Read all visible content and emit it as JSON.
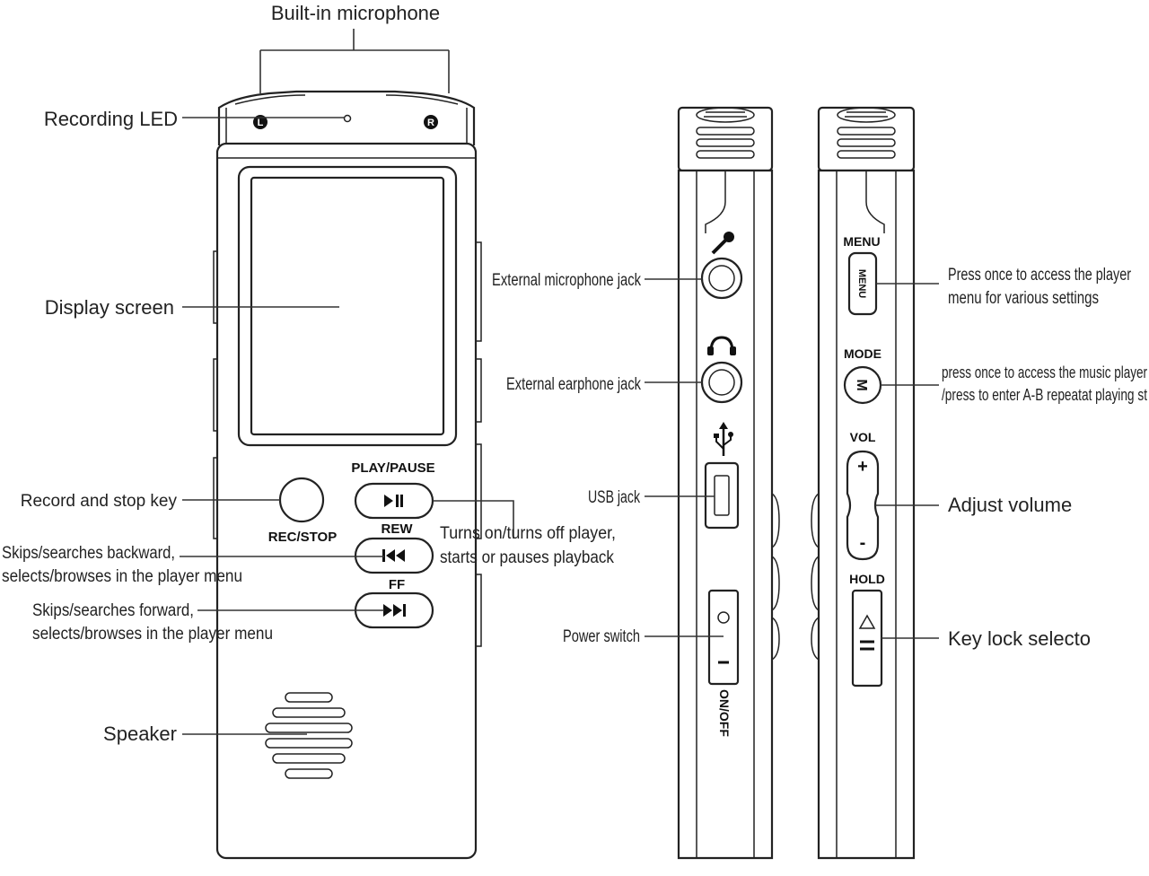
{
  "labels": {
    "builtin_microphone": "Built-in microphone",
    "recording_led": "Recording LED",
    "display_screen": "Display screen",
    "record_stop_key": "Record and stop key",
    "skips_backward_1": "Skips/searches backward,",
    "skips_backward_2": "selects/browses in the player menu",
    "skips_forward_1": "Skips/searches forward,",
    "skips_forward_2": "selects/browses in the player menu",
    "speaker": "Speaker",
    "play_desc_1": "Turns on/turns off player,",
    "play_desc_2": "starts or pauses playback",
    "ext_mic_jack": "External microphone jack",
    "ext_earphone_jack": "External earphone jack",
    "usb_jack": "USB jack",
    "power_switch": "Power switch",
    "menu_desc_1": "Press once to access the player",
    "menu_desc_2": "menu for various settings",
    "mode_desc_1": "press once to access the music player",
    "mode_desc_2": "/press to enter A-B repeatat playing st",
    "adjust_volume": "Adjust volume",
    "key_lock": "Key lock selecto"
  },
  "buttons": {
    "play_pause": "PLAY/PAUSE",
    "rec_stop": "REC/STOP",
    "rew": "REW",
    "ff": "FF",
    "menu": "MENU",
    "menu_key_text": "MENU",
    "mode": "MODE",
    "mode_key_text": "M",
    "vol": "VOL",
    "vol_plus": "+",
    "vol_minus": "-",
    "hold": "HOLD",
    "on_off": "ON/OFF",
    "mic_left": "L",
    "mic_right": "R"
  },
  "icons": {
    "play_pause": "play-pause-icon",
    "rewind": "rewind-icon",
    "fast_forward": "fast-forward-icon",
    "microphone": "microphone-icon",
    "headphones": "headphones-icon",
    "usb": "usb-icon"
  }
}
